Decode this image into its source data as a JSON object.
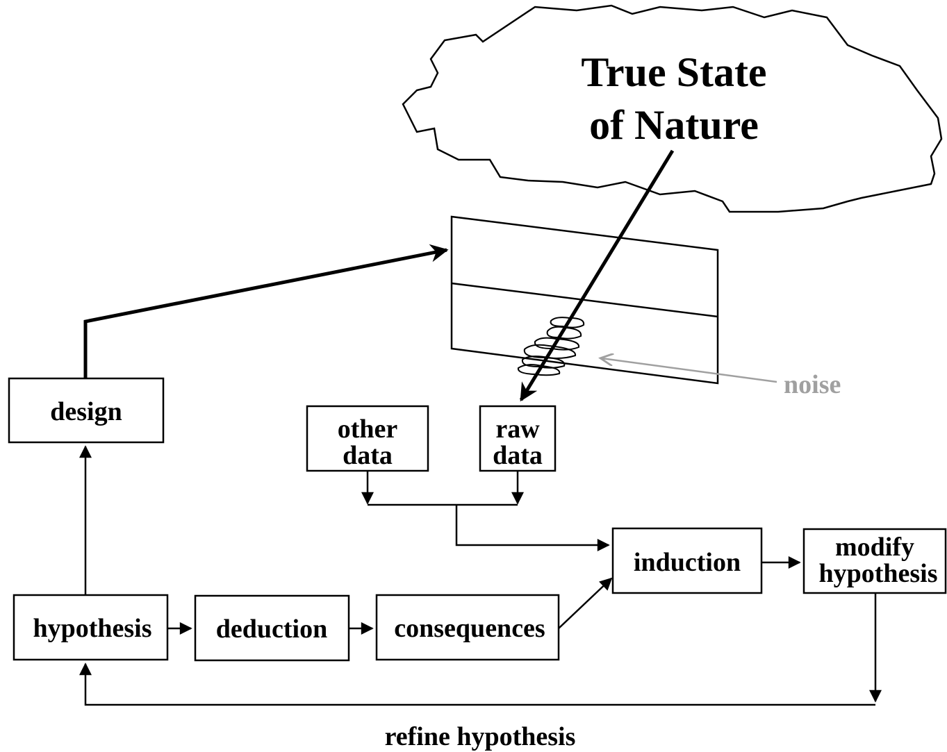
{
  "nature": {
    "line1": "True State",
    "line2": "of Nature"
  },
  "nodes": {
    "design": "design",
    "other_data": {
      "line1": "other",
      "line2": "data"
    },
    "raw_data": {
      "line1": "raw",
      "line2": "data"
    },
    "induction": "induction",
    "modify_hypothesis": {
      "line1": "modify",
      "line2": "hypothesis"
    },
    "hypothesis": "hypothesis",
    "deduction": "deduction",
    "consequences": "consequences"
  },
  "noise_label": "noise",
  "loop_label": "refine hypothesis",
  "colors": {
    "ink": "#000000",
    "noise": "#a0a0a0",
    "background": "#ffffff"
  }
}
